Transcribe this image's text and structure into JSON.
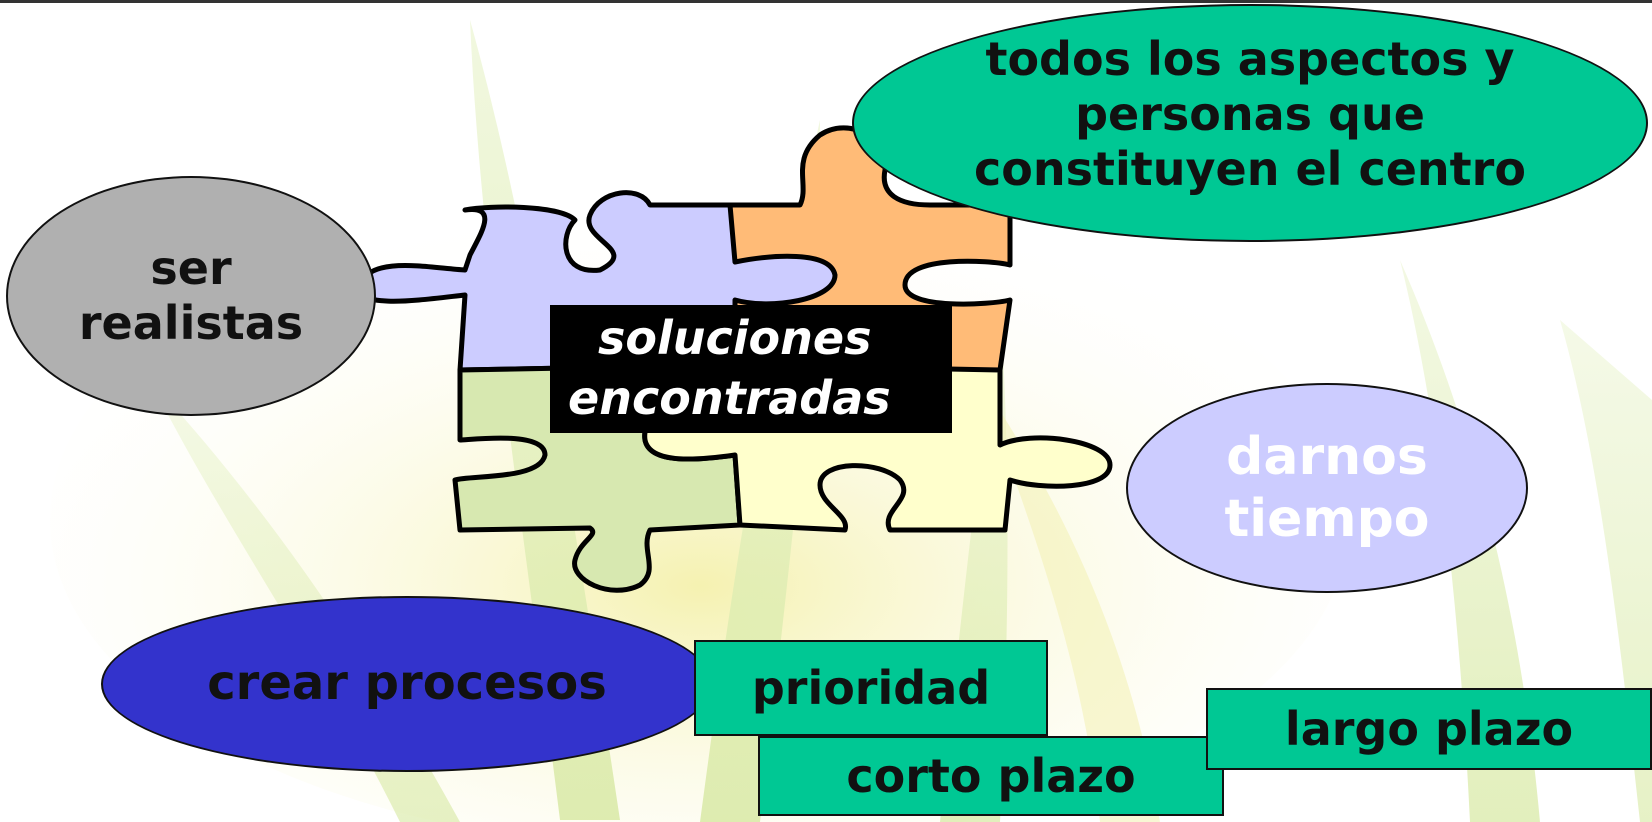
{
  "colors": {
    "grey_ellipse": "#B0B0B0",
    "green_ellipse": "#00C894",
    "lavender_ellipse": "#CCCCFF",
    "blue_ellipse": "#3333CC",
    "green_box": "#00C894",
    "puzzle_lavender": "#CCCCFF",
    "puzzle_orange": "#FFBB77",
    "puzzle_green": "#D7E8B0",
    "puzzle_yellow": "#FFFFCC"
  },
  "nodes": {
    "ser_realistas": "ser realistas",
    "todos_los_aspectos": "todos los aspectos y personas que constituyen el centro",
    "soluciones_line1": "soluciones",
    "soluciones_line2": "encontradas",
    "darnos_tiempo": "darnos tiempo",
    "crear_procesos": "crear procesos",
    "prioridad": "prioridad",
    "corto_plazo": "corto plazo",
    "largo_plazo": "largo plazo"
  }
}
